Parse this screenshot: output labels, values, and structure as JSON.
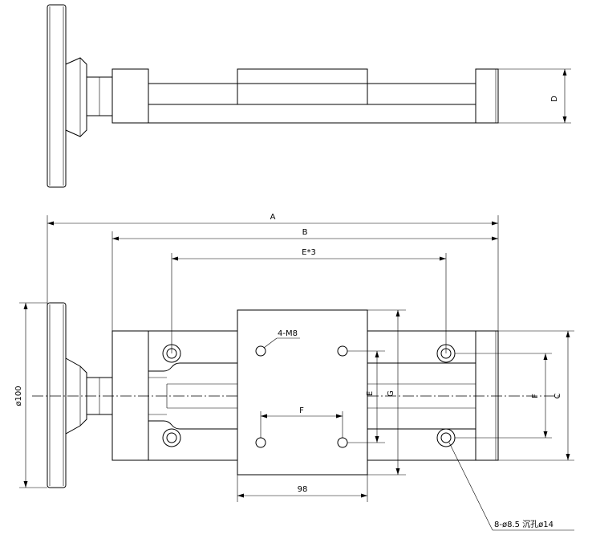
{
  "dimensions": {
    "A": "A",
    "B": "B",
    "E3": "E*3",
    "D": "D",
    "C": "C",
    "F_vertical": "F",
    "E_vertical": "E",
    "G_vertical": "G",
    "F_horizontal": "F",
    "width_98": "98",
    "dia_100": "ø100"
  },
  "callouts": {
    "tapped_holes": "4-M8",
    "counterbored_holes": "8-ø8.5 沉孔ø14"
  }
}
